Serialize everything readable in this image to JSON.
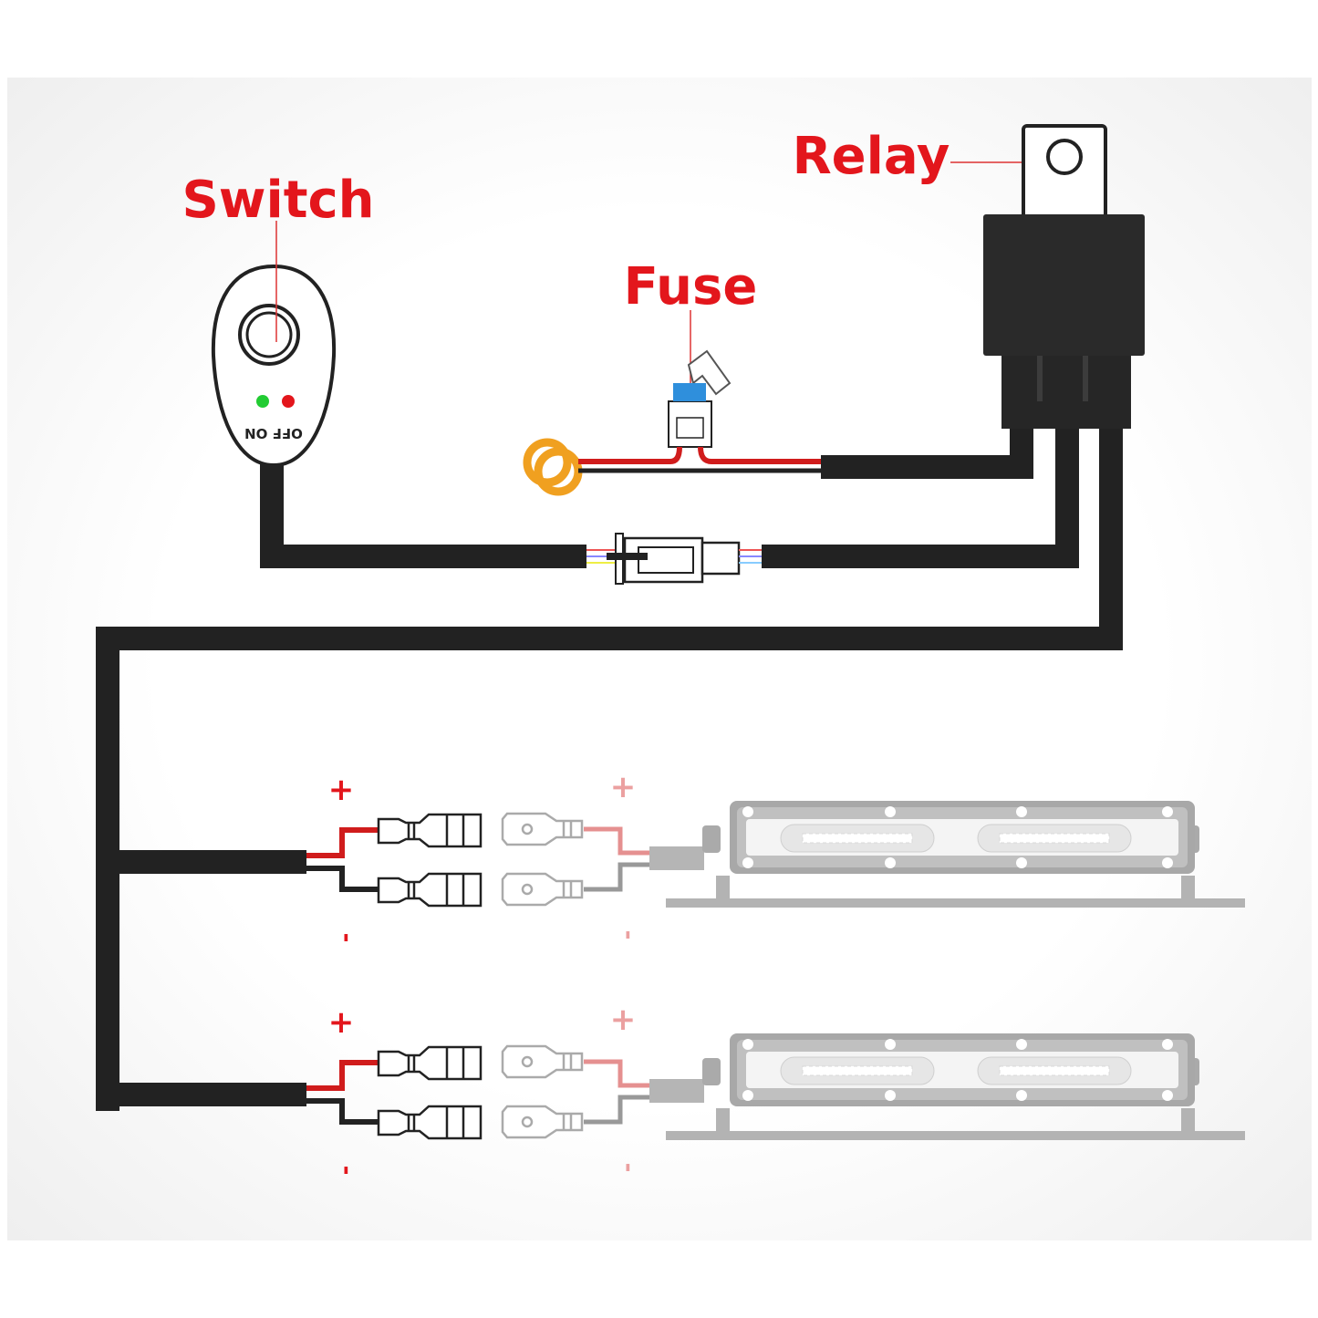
{
  "labels": {
    "switch": "Switch",
    "fuse": "Fuse",
    "relay": "Relay",
    "switch_state": "OFF ON"
  },
  "lights": [
    {
      "plus_left": "+",
      "minus_left": "-",
      "plus_right": "+",
      "minus_right": "-"
    },
    {
      "plus_left": "+",
      "minus_left": "-",
      "plus_right": "+",
      "minus_right": "-"
    }
  ],
  "colors": {
    "label": "#e3161c",
    "cable": "#222222",
    "positive_wire": "#d01c1c",
    "fuse": "#2f8fdc",
    "ring_terminal": "#f0a020",
    "indicator_on": "#22cc33",
    "indicator_off": "#e3161c"
  }
}
